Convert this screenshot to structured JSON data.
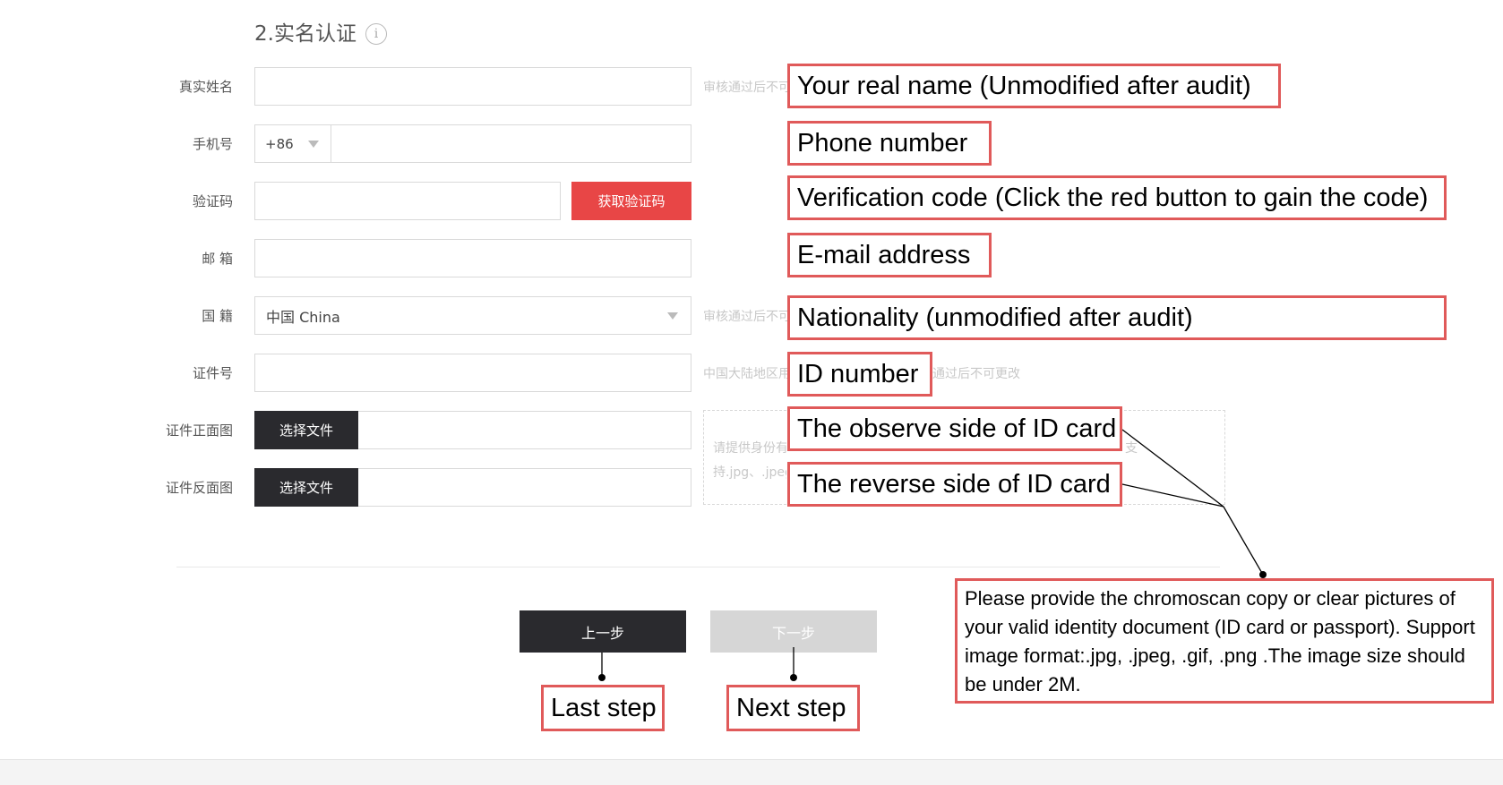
{
  "section": {
    "title": "2.实名认证",
    "info_icon": "info-icon"
  },
  "form": {
    "real_name": {
      "label": "真实姓名",
      "value": "",
      "hint": "审核通过后不可"
    },
    "phone": {
      "label": "手机号",
      "country_code": "+86",
      "value": ""
    },
    "verify": {
      "label": "验证码",
      "value": "",
      "button": "获取验证码"
    },
    "email": {
      "label": "邮 箱",
      "value": ""
    },
    "nationality": {
      "label": "国 籍",
      "selected": "中国 China",
      "hint": "审核通过后不可"
    },
    "id_number": {
      "label": "证件号",
      "value": "",
      "hint": "中国大陆地区用",
      "hint_tail": "通过后不可更改"
    },
    "id_front": {
      "label": "证件正面图",
      "button": "选择文件"
    },
    "id_back": {
      "label": "证件反面图",
      "button": "选择文件"
    },
    "upload_hint": {
      "line1": "请提供身份有",
      "line1_tail": "支",
      "line2": "持.jpg、.jpeg"
    }
  },
  "nav": {
    "prev": "上一步",
    "next": "下一步"
  },
  "annotations": {
    "real_name": "Your real name (Unmodified after audit)",
    "phone": "Phone number",
    "verify": "Verification code (Click the red button to gain the code)",
    "email": "E-mail address",
    "nationality": "Nationality (unmodified after audit)",
    "id_number": "ID number",
    "id_front": "The observe side of ID card",
    "id_back": "The reverse side of ID card",
    "note": "Please provide the chromoscan copy or clear pictures of your valid identity document (ID card or passport). Support image format:.jpg, .jpeg, .gif, .png .The image size should be under 2M.",
    "last_step": "Last step",
    "next_step": "Next step"
  },
  "colors": {
    "annotation_border": "#e05a5a",
    "code_button": "#e84646",
    "dark_button": "#2a2a2e",
    "disabled_button": "#d6d6d6"
  }
}
